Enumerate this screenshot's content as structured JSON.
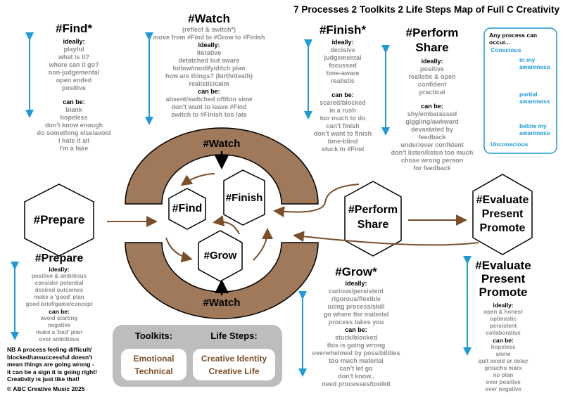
{
  "title": "7 Processes 2 Toolkits 2 Life Steps Map of Full C Creativity",
  "copyright": "© ABC Creative Music 2025",
  "colors": {
    "brown": "#a0785a",
    "arrow": "#7a4f2a",
    "blue": "#1f9ad6",
    "grey": "#8c8c8c"
  },
  "diagram": {
    "watch_top": "#Watch",
    "watch_bottom": "#Watch",
    "find": "#Find",
    "finish": "#Finish",
    "grow": "#Grow",
    "prepare": "#Prepare",
    "perform_line1": "#Perform",
    "perform_line2": "Share",
    "evaluate_line1": "#Evaluate",
    "evaluate_line2": "Present",
    "evaluate_line3": "Promote"
  },
  "find": {
    "heading": "#Find*",
    "ideally_label": "ideally:",
    "ideally": [
      "playful",
      "what is it?",
      "where can it go?",
      "non-judgemental",
      "open ended",
      "positive"
    ],
    "canbe_label": "can be:",
    "canbe": [
      "blank",
      "hopeless",
      "don't know enough",
      "do something else/avoid",
      "I hate it all",
      "I'm a fake"
    ]
  },
  "watch": {
    "heading": "#Watch",
    "sub": [
      "(reflect & switch*)",
      "move from #Find to #Grow to #Finish"
    ],
    "ideally_label": "ideally:",
    "ideally": [
      "iterative",
      "detatched but aware",
      "follow/modify/ditch plan",
      "how are things? (birth/death)",
      "realistic/calm"
    ],
    "canbe_label": "can be:",
    "canbe": [
      "absent/switched off/too slow",
      "don't want to leave #Find",
      "switch to #Finish too late"
    ]
  },
  "finish": {
    "heading": "#Finish*",
    "ideally_label": "ideally:",
    "ideally": [
      "decisive",
      "judgemental",
      "focussed",
      "time-aware",
      "realistic"
    ],
    "canbe_label": "can be:",
    "canbe": [
      "scared/blocked",
      "in a rush",
      "too much to do",
      "can't finish",
      "don't want to finish",
      "time-blind",
      "stuck in #Find"
    ]
  },
  "perform": {
    "heading_line1": "#Perform",
    "heading_line2": "Share",
    "ideally_label": "ideally:",
    "ideally": [
      "positive",
      "realistic & open",
      "confident",
      "practical"
    ],
    "canbe_label": "can be:",
    "canbe": [
      "shy/embarassed",
      "giggling/awkward",
      "devastated by",
      "feedback",
      "under/over confident",
      "don't listen/listen too much",
      "chose wrong person",
      "for feedback"
    ]
  },
  "awareness": {
    "title_line1": "Any process can",
    "title_line2": "occur...",
    "conscious": "Conscious",
    "in_my_line1": "in my",
    "in_my_line2": "awareness",
    "partial_line1": "partial",
    "partial_line2": "awareness",
    "below_line1": "below my",
    "below_line2": "awareness",
    "unconscious": "Unconscious"
  },
  "prepare": {
    "heading": "#Prepare",
    "ideally_label": "ideally:",
    "ideally": [
      "positive & ambitious",
      "consider potential",
      "desired outcomes",
      "make a 'good' plan",
      "good brief/game/concept"
    ],
    "canbe_label": "can be:",
    "canbe": [
      "avoid starting",
      "negative",
      "make a 'bad' plan",
      "over ambitious"
    ]
  },
  "note": [
    "NB A process feeling difficult/",
    "blocked/unsuccessful doesn't",
    "mean things are going wrong -",
    "it can be a sign it is going right!",
    "Creativity is just like that!"
  ],
  "grow": {
    "heading": "#Grow*",
    "ideally_label": "ideally:",
    "ideally": [
      "curious/persistent",
      "rigorous/flexible",
      "using process/skill",
      "go where the material",
      "process takes you"
    ],
    "canbe_label": "can be:",
    "canbe": [
      "stuck/blocked",
      "this is going wrong",
      "overwhelmed by possibilities",
      "too much material",
      "can't let go",
      "don't know..",
      "need processes/toolkit"
    ]
  },
  "evaluate": {
    "heading": [
      "#Evaluate",
      "Present",
      "Promote"
    ],
    "ideally_label": "ideally:",
    "ideally": [
      "open & honest",
      "optimistic",
      "persistent",
      "collaborative"
    ],
    "canbe_label": "can be:",
    "canbe": [
      "hopeless",
      "alone",
      "quit avoid or delay",
      "groucho marx",
      "no plan",
      "over positive",
      "over negative"
    ]
  },
  "toolkits": {
    "toolkits_label": "Toolkits:",
    "lifesteps_label": "Life Steps:",
    "toolkit_items": [
      "Emotional",
      "Technical"
    ],
    "lifestep_items": [
      "Creative Identity",
      "Creative Life"
    ]
  }
}
